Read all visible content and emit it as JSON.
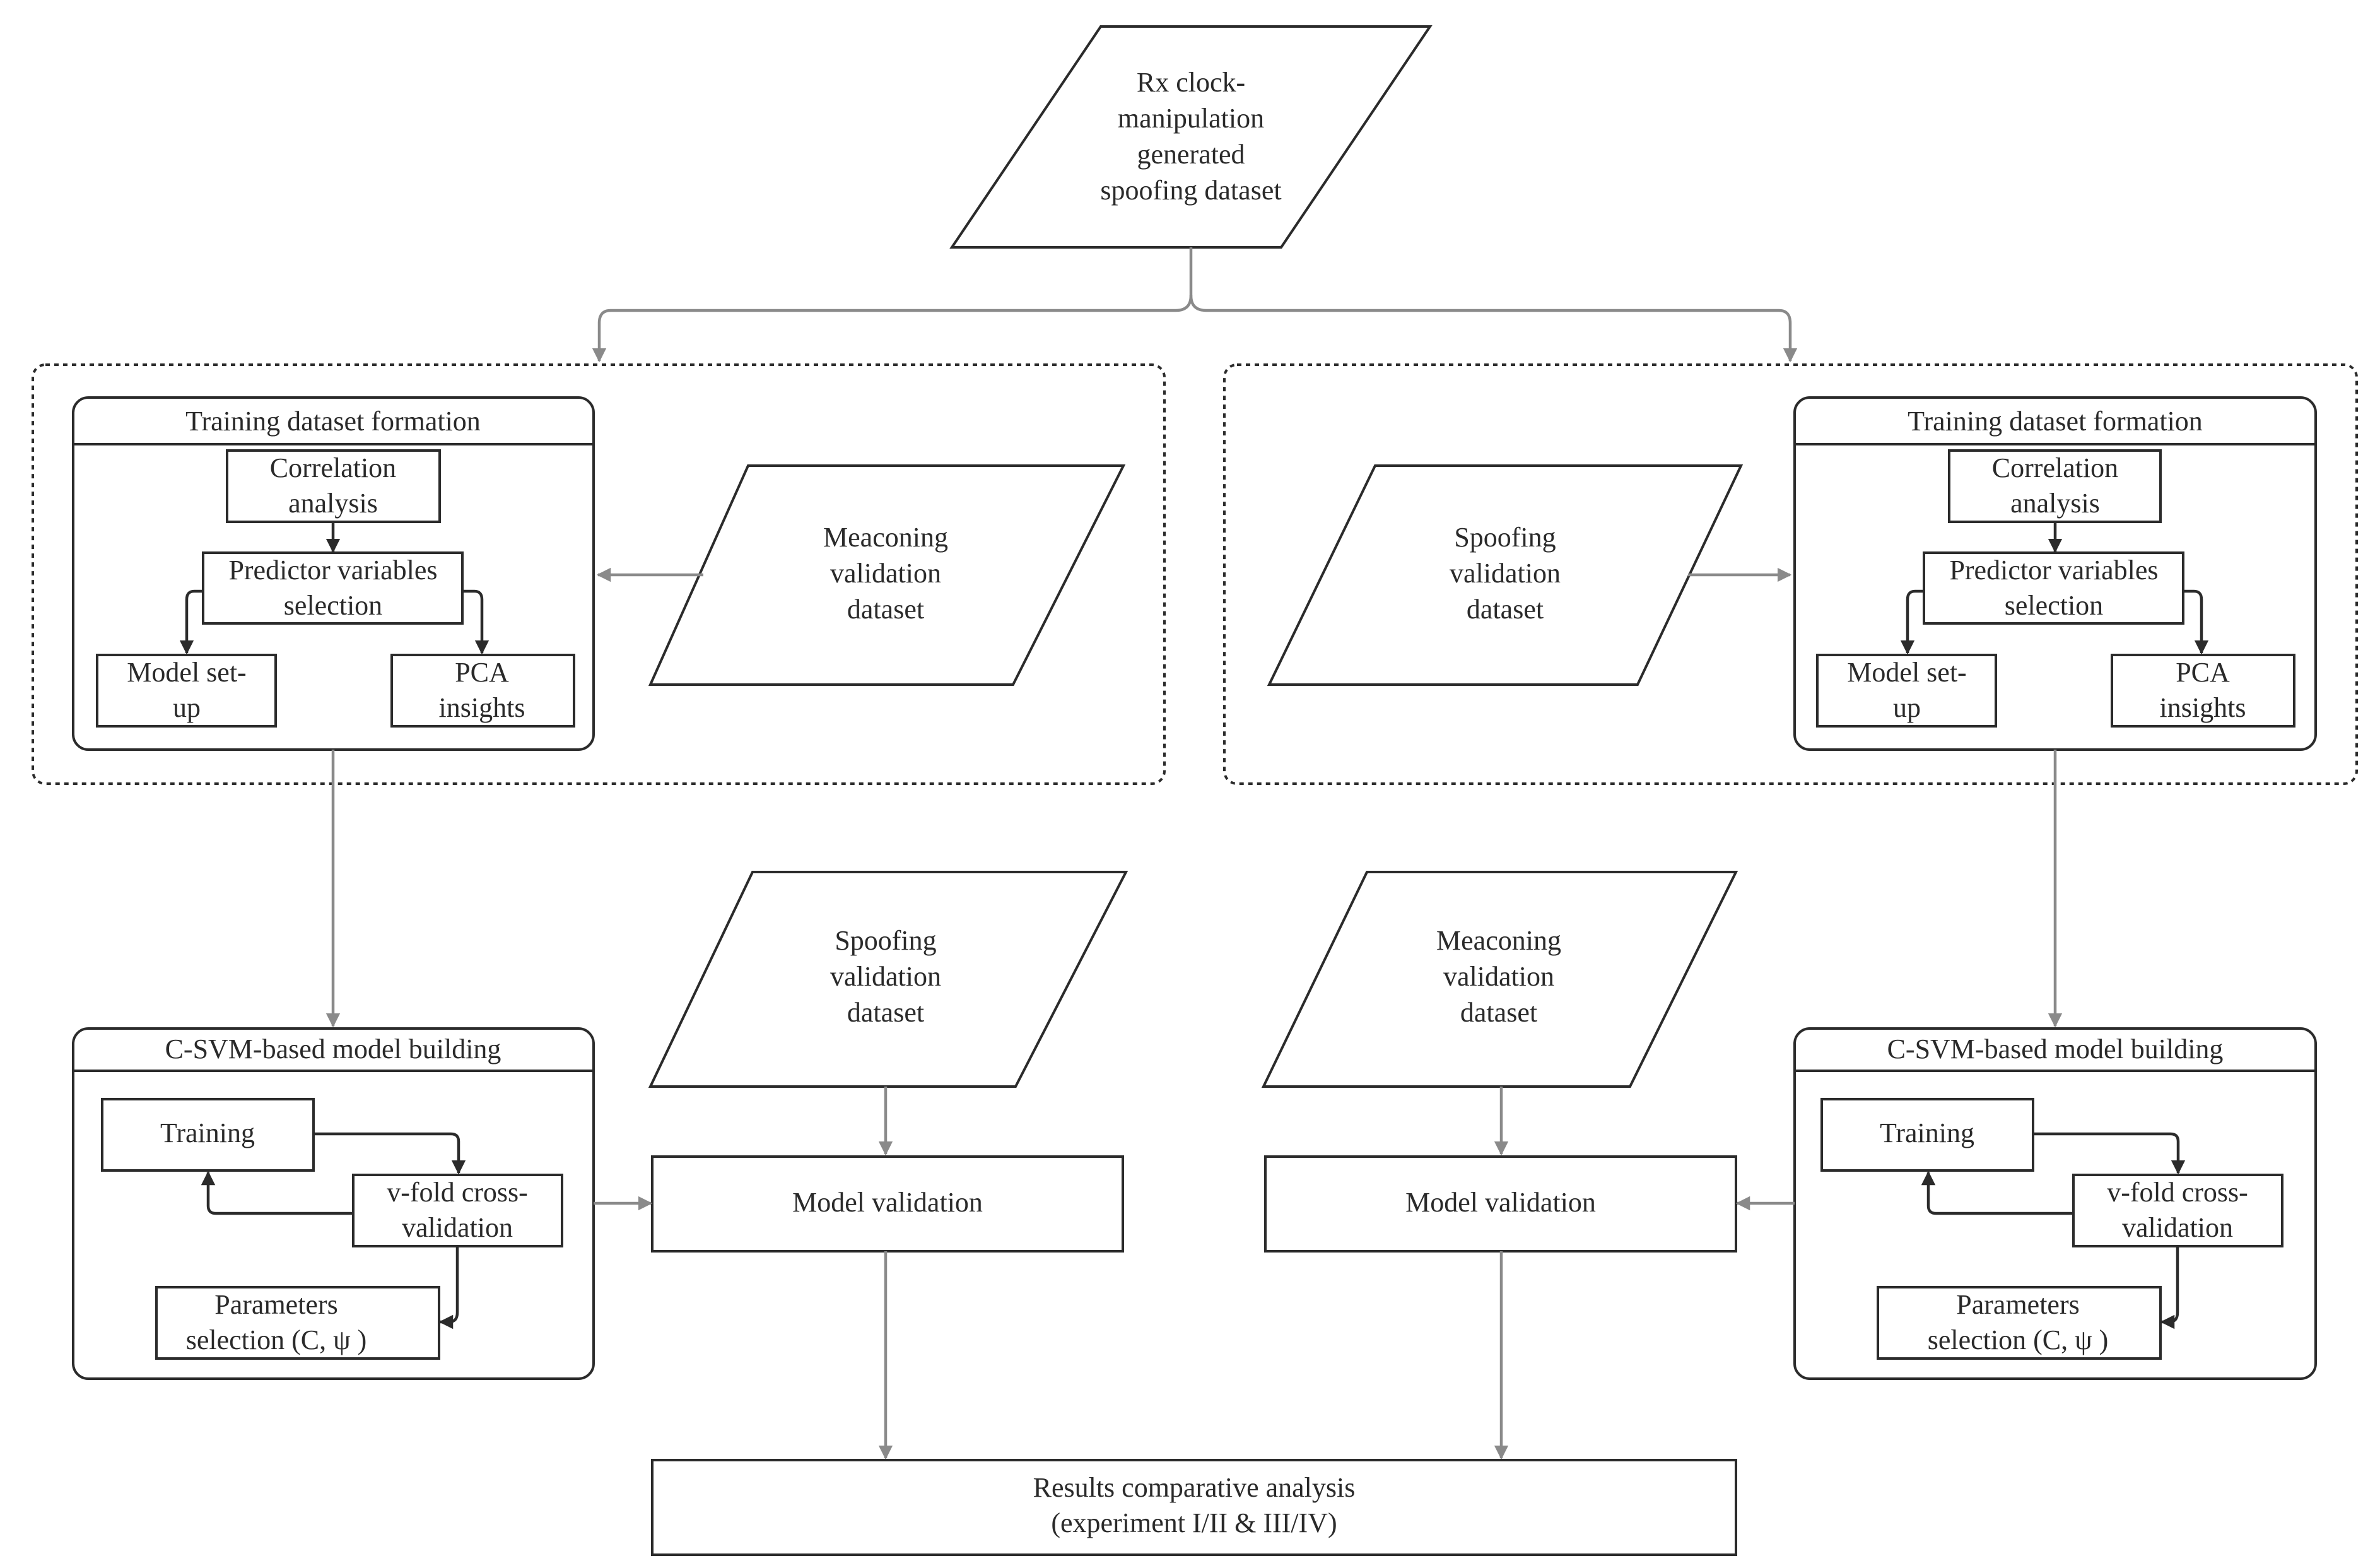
{
  "source": {
    "line1": "Rx clock-",
    "line2": "manipulation",
    "line3": "generated",
    "line4": "spoofing dataset"
  },
  "left_panel": {
    "training_formation": {
      "title": "Training dataset formation",
      "correlation": [
        "Correlation",
        "analysis"
      ],
      "predictor": [
        "Predictor variables",
        "selection"
      ],
      "model_setup": [
        "Model set-",
        "up"
      ],
      "pca": [
        "PCA",
        "insights"
      ]
    },
    "side_dataset": [
      "Meaconing",
      "validation",
      "dataset"
    ]
  },
  "right_panel": {
    "training_formation": {
      "title": "Training dataset formation",
      "correlation": [
        "Correlation",
        "analysis"
      ],
      "predictor": [
        "Predictor variables",
        "selection"
      ],
      "model_setup": [
        "Model set-",
        "up"
      ],
      "pca": [
        "PCA",
        "insights"
      ]
    },
    "side_dataset": [
      "Spoofing",
      "validation",
      "dataset"
    ]
  },
  "left_model": {
    "title": "C-SVM-based model building",
    "training": "Training",
    "cv": [
      "v-fold cross-",
      "validation"
    ],
    "params": [
      "Parameters",
      "selection (C, ψ )"
    ]
  },
  "right_model": {
    "title": "C-SVM-based model building",
    "training": "Training",
    "cv": [
      "v-fold cross-",
      "validation"
    ],
    "params": [
      "Parameters",
      "selection (C, ψ )"
    ]
  },
  "middle_left": {
    "dataset": [
      "Spoofing",
      "validation",
      "dataset"
    ],
    "validation": "Model validation"
  },
  "middle_right": {
    "dataset": [
      "Meaconing",
      "validation",
      "dataset"
    ],
    "validation": "Model validation"
  },
  "results": {
    "line1": "Results comparative analysis",
    "line2": "(experiment I/II & III/IV)"
  }
}
